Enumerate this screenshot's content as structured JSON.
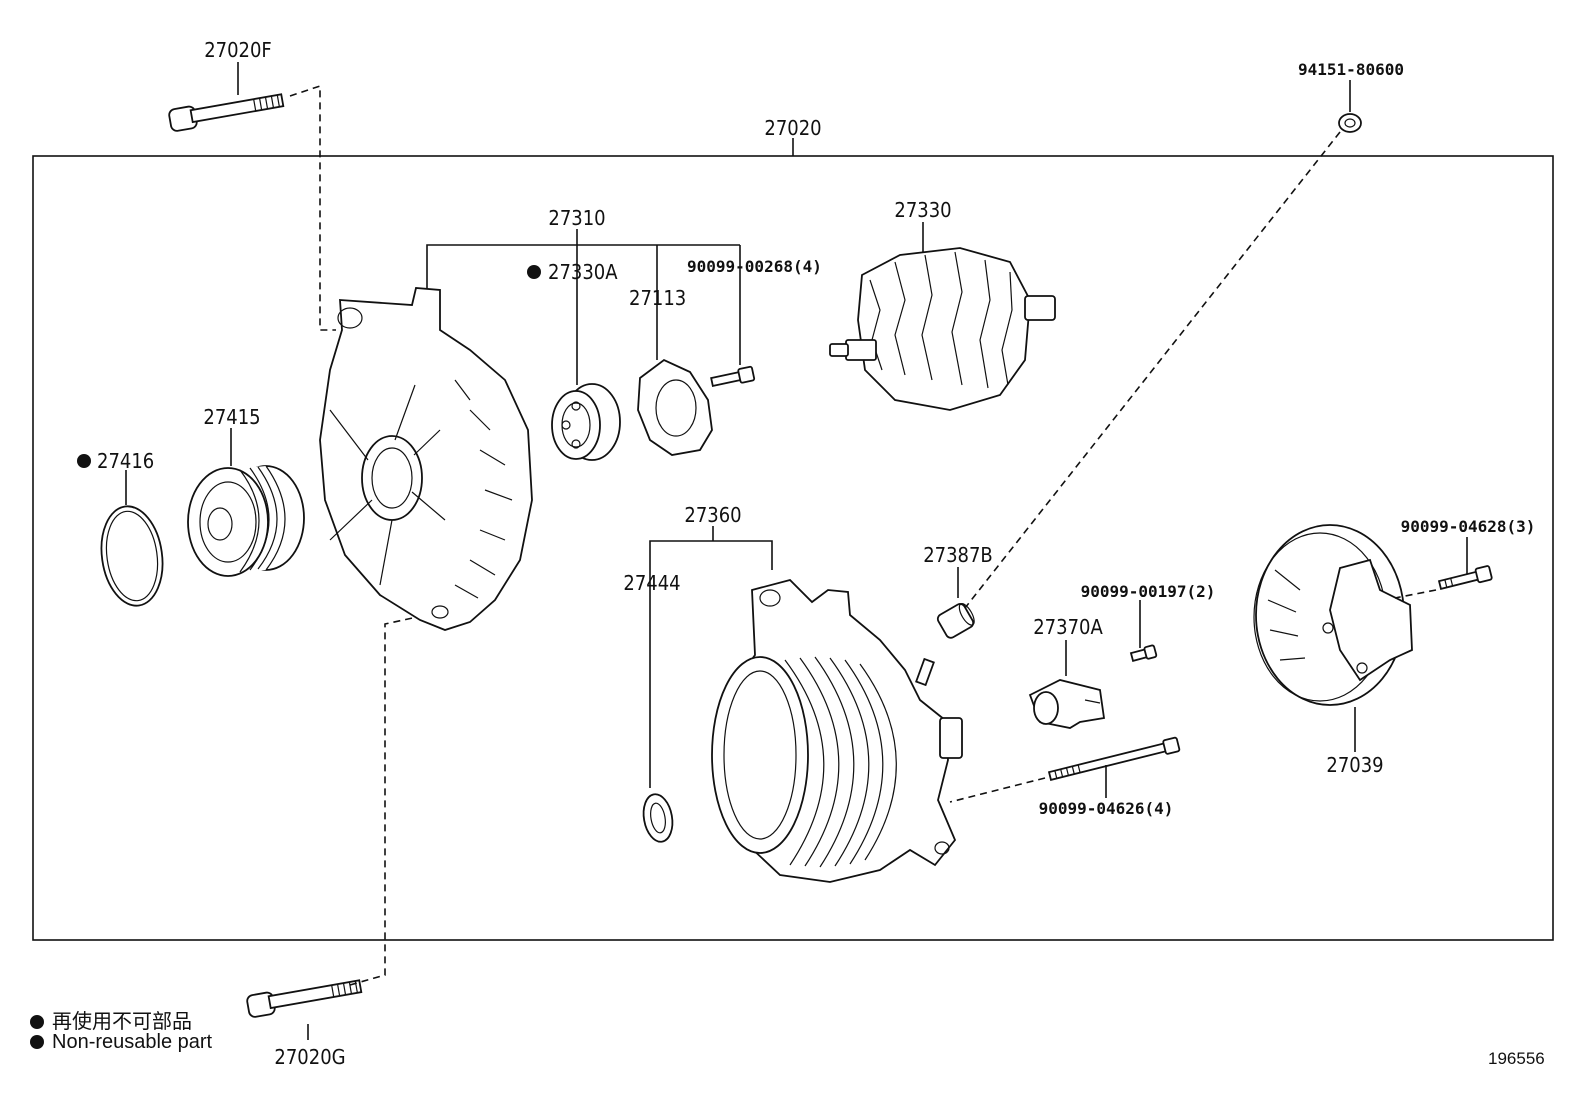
{
  "assembly": {
    "number": "27020",
    "parts": [
      {
        "key": "27020F",
        "number": "27020F",
        "nonreusable": false
      },
      {
        "key": "27020G",
        "number": "27020G",
        "nonreusable": false
      },
      {
        "key": "94151",
        "number": "94151-80600",
        "nonreusable": false
      },
      {
        "key": "27310",
        "number": "27310",
        "nonreusable": false
      },
      {
        "key": "27330A",
        "number": "27330A",
        "nonreusable": true
      },
      {
        "key": "90099_00268",
        "number": "90099-00268(4)",
        "nonreusable": false
      },
      {
        "key": "27113",
        "number": "27113",
        "nonreusable": false
      },
      {
        "key": "27330",
        "number": "27330",
        "nonreusable": false
      },
      {
        "key": "27415",
        "number": "27415",
        "nonreusable": false
      },
      {
        "key": "27416",
        "number": "27416",
        "nonreusable": true
      },
      {
        "key": "27360",
        "number": "27360",
        "nonreusable": false
      },
      {
        "key": "27444",
        "number": "27444",
        "nonreusable": false
      },
      {
        "key": "27387B",
        "number": "27387B",
        "nonreusable": false
      },
      {
        "key": "90099_00197",
        "number": "90099-00197(2)",
        "nonreusable": false
      },
      {
        "key": "27370A",
        "number": "27370A",
        "nonreusable": false
      },
      {
        "key": "90099_04628",
        "number": "90099-04628(3)",
        "nonreusable": false
      },
      {
        "key": "27039",
        "number": "27039",
        "nonreusable": false
      },
      {
        "key": "90099_04626",
        "number": "90099-04626(4)",
        "nonreusable": false
      }
    ]
  },
  "legend": {
    "japanese": "再使用不可部品",
    "english": "Non-reusable part"
  },
  "diagram_id": "196556"
}
